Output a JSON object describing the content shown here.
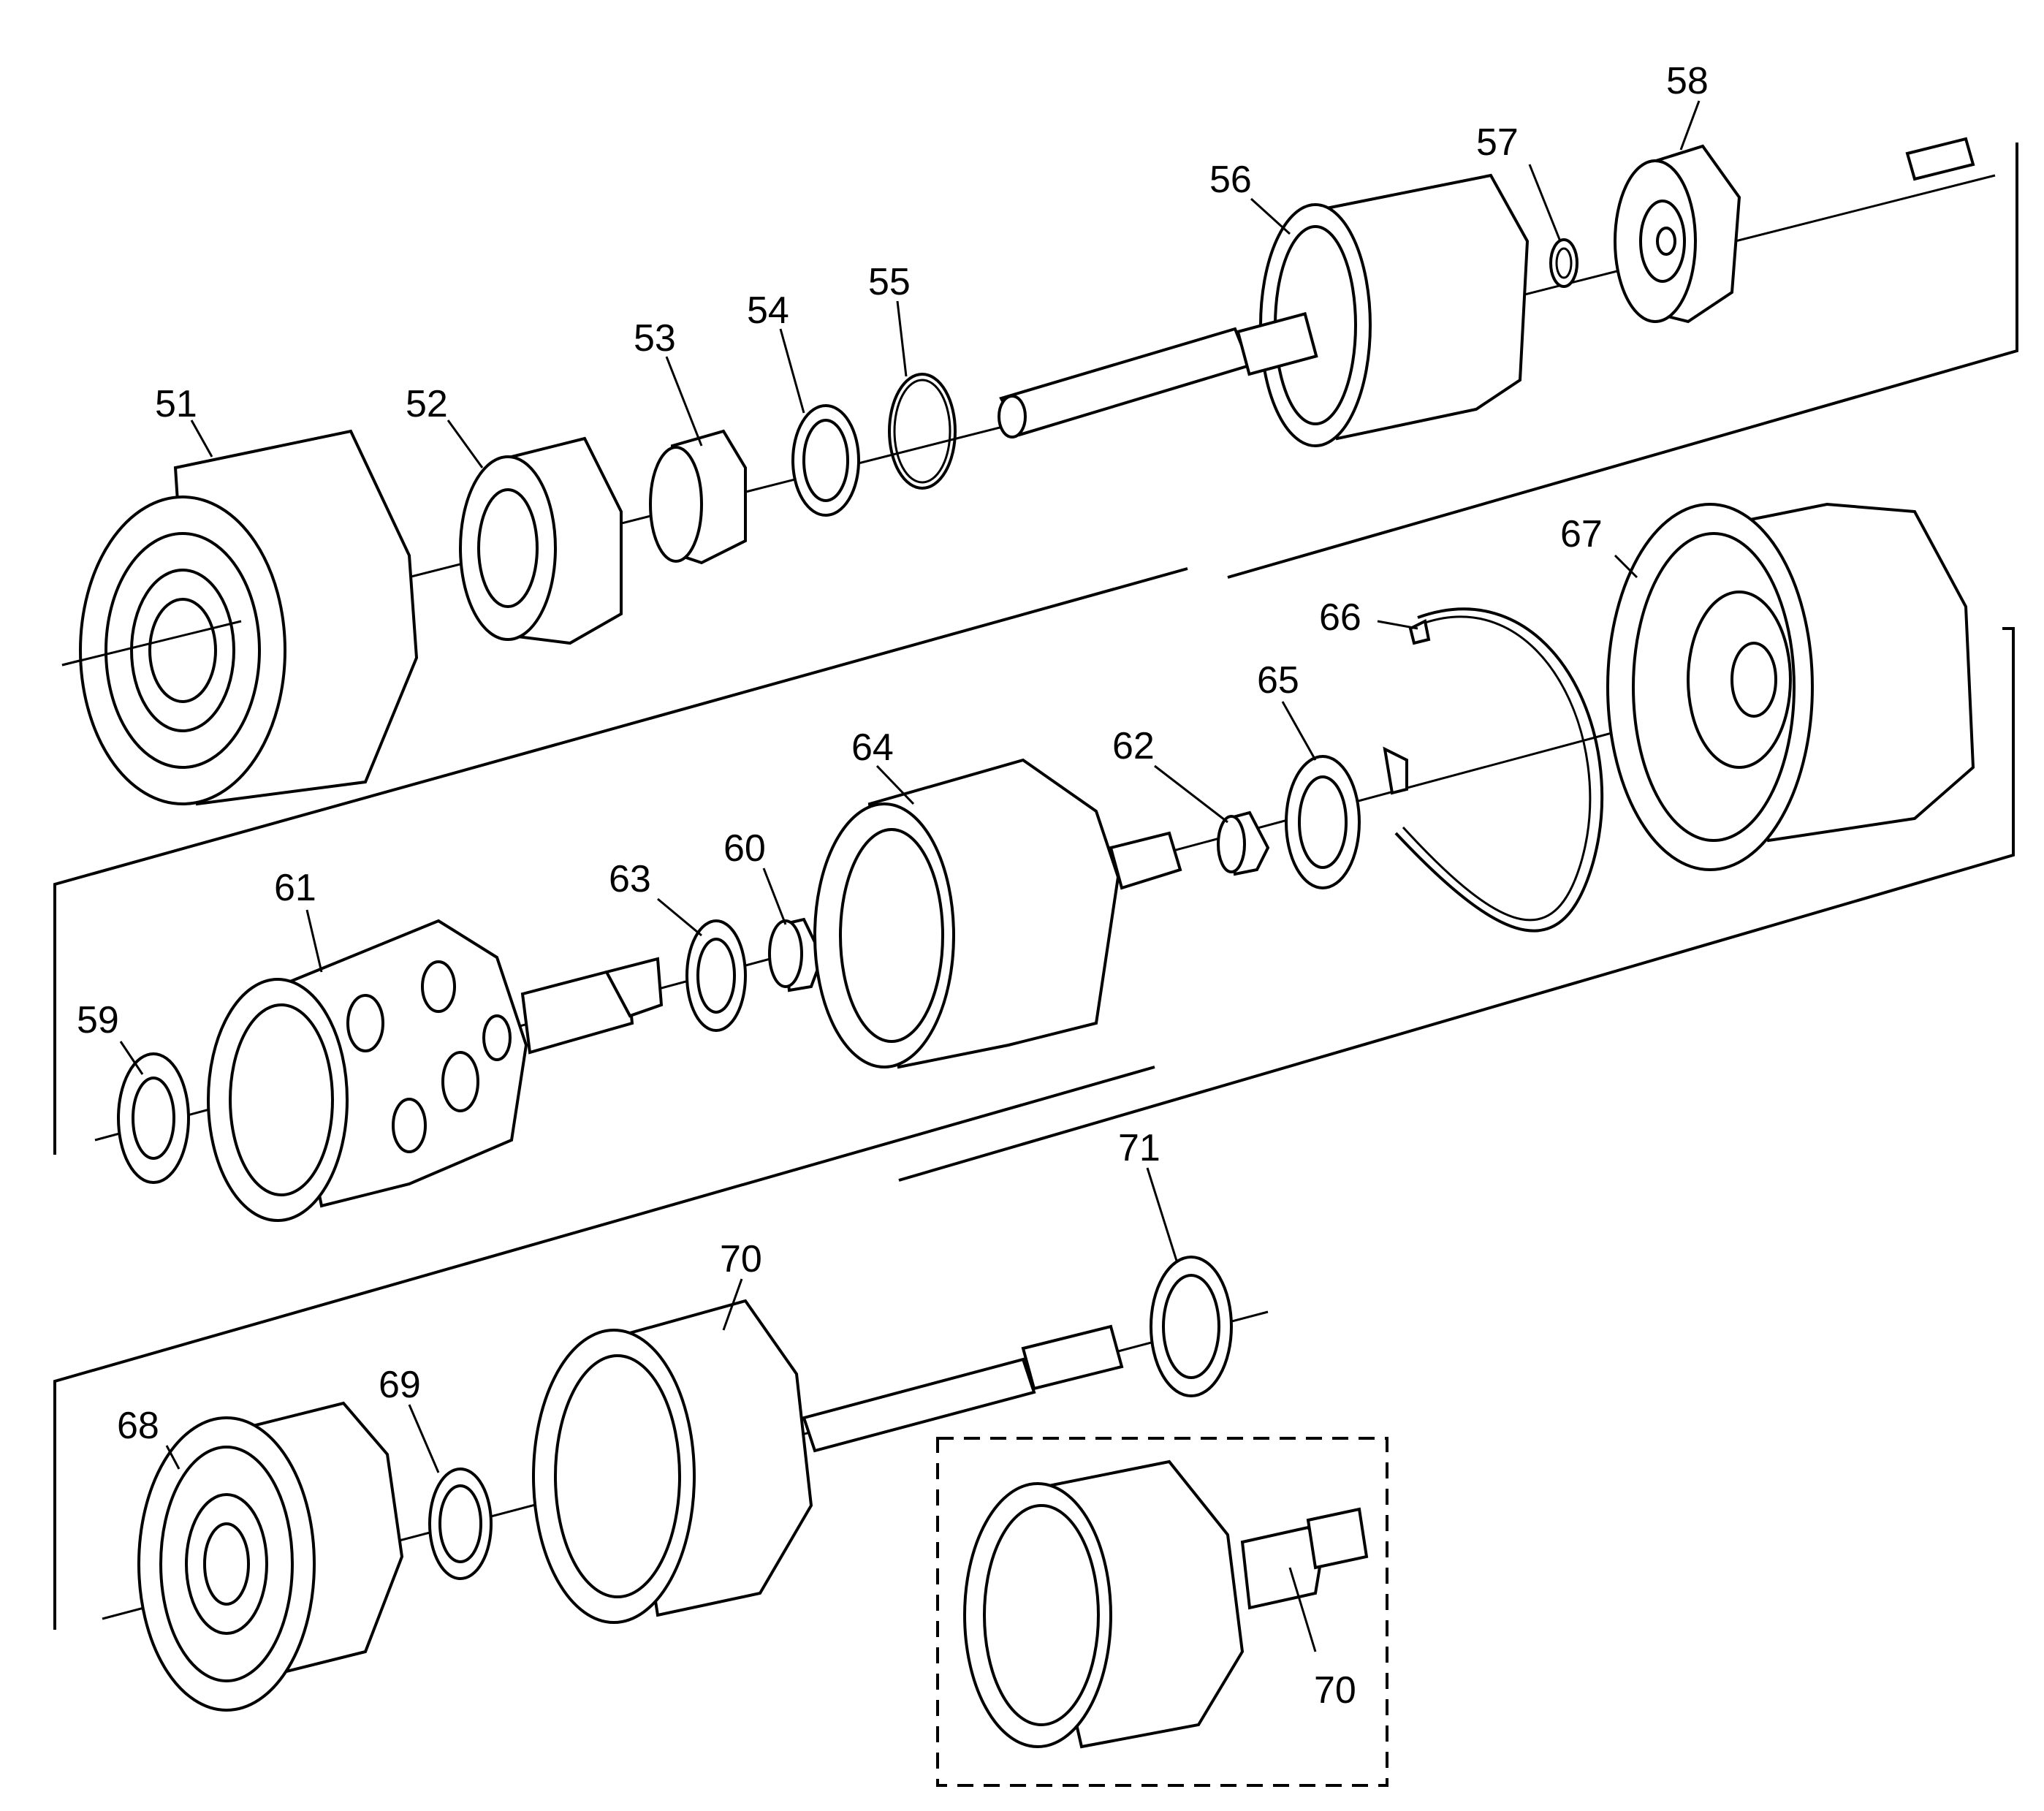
{
  "colors": {
    "line": "#000000",
    "background": "#ffffff"
  },
  "callouts": {
    "c51": "51",
    "c52": "52",
    "c53": "53",
    "c54": "54",
    "c55": "55",
    "c56": "56",
    "c57": "57",
    "c58": "58",
    "c59": "59",
    "c60": "60",
    "c61": "61",
    "c62": "62",
    "c63": "63",
    "c64": "64",
    "c65": "65",
    "c66": "66",
    "c67": "67",
    "c68": "68",
    "c69": "69",
    "c70": "70",
    "c70b": "70",
    "c71": "71"
  }
}
